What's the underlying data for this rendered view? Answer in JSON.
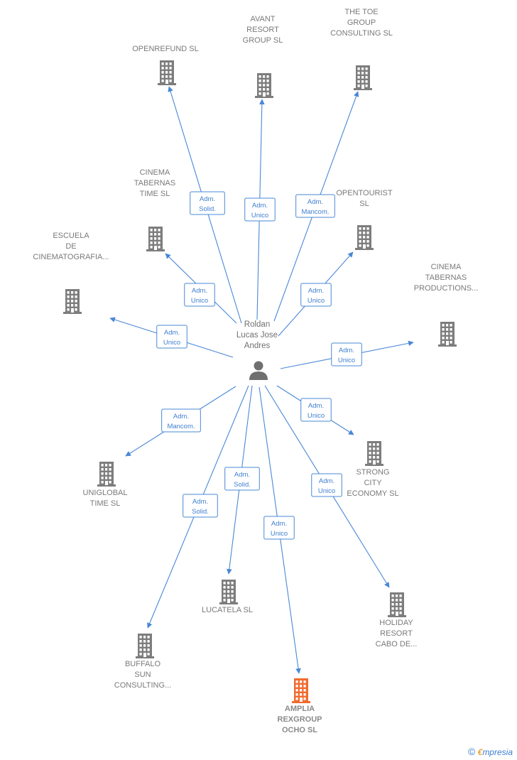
{
  "person": {
    "name_lines": [
      "Roldan",
      "Lucas Jose",
      "Andres"
    ],
    "icon": "person-icon"
  },
  "companies": [
    {
      "id": "openrefund",
      "lines": [
        "OPENREFUND SL"
      ],
      "role": [
        "Adm.",
        "Solid."
      ],
      "icon": "building-icon"
    },
    {
      "id": "avant",
      "lines": [
        "AVANT",
        "RESORT",
        "GROUP  SL"
      ],
      "role": [
        "Adm.",
        "Unico"
      ],
      "icon": "building-icon"
    },
    {
      "id": "toe",
      "lines": [
        "THE TOE",
        "GROUP",
        "CONSULTING SL"
      ],
      "role": [
        "Adm.",
        "Mancom."
      ],
      "icon": "building-icon"
    },
    {
      "id": "cinema-time",
      "lines": [
        "CINEMA",
        "TABERNAS",
        "TIME  SL"
      ],
      "role": [
        "Adm.",
        "Unico"
      ],
      "icon": "building-icon"
    },
    {
      "id": "opentourist",
      "lines": [
        "OPENTOURIST",
        "SL"
      ],
      "role": [
        "Adm.",
        "Unico"
      ],
      "icon": "building-icon"
    },
    {
      "id": "escuela",
      "lines": [
        "ESCUELA",
        "DE",
        "CINEMATOGRAFIA..."
      ],
      "role": [
        "Adm.",
        "Unico"
      ],
      "icon": "building-icon"
    },
    {
      "id": "cinema-prod",
      "lines": [
        "CINEMA",
        "TABERNAS",
        "PRODUCTIONS..."
      ],
      "role": [
        "Adm.",
        "Unico"
      ],
      "icon": "building-icon"
    },
    {
      "id": "uniglobal",
      "lines": [
        "UNIGLOBAL",
        "TIME  SL"
      ],
      "role": [
        "Adm.",
        "Mancom."
      ],
      "icon": "building-icon"
    },
    {
      "id": "strong",
      "lines": [
        "STRONG",
        "CITY",
        "ECONOMY  SL"
      ],
      "role": [
        "Adm.",
        "Unico"
      ],
      "icon": "building-icon"
    },
    {
      "id": "lucatela",
      "lines": [
        "LUCATELA SL"
      ],
      "role": [
        "Adm.",
        "Solid."
      ],
      "icon": "building-icon"
    },
    {
      "id": "buffalo",
      "lines": [
        "BUFFALO",
        "SUN",
        "CONSULTING..."
      ],
      "role": [
        "Adm.",
        "Solid."
      ],
      "icon": "building-icon"
    },
    {
      "id": "holiday",
      "lines": [
        "HOLIDAY",
        "RESORT",
        "CABO DE..."
      ],
      "role": [
        "Adm.",
        "Unico"
      ],
      "icon": "building-icon"
    },
    {
      "id": "amplia",
      "lines": [
        "AMPLIA",
        "REXGROUP",
        "OCHO  SL"
      ],
      "role": [
        "Adm.",
        "Unico"
      ],
      "icon": "building-icon",
      "highlight": true
    }
  ],
  "colors": {
    "edge": "#4a88d6",
    "building": "#7d7d7d",
    "building_highlight": "#f26b2f",
    "label": "#7a7a7a"
  },
  "footer": {
    "copyright_symbol": "©",
    "brand_first": "€",
    "brand_rest": "mpresia"
  }
}
